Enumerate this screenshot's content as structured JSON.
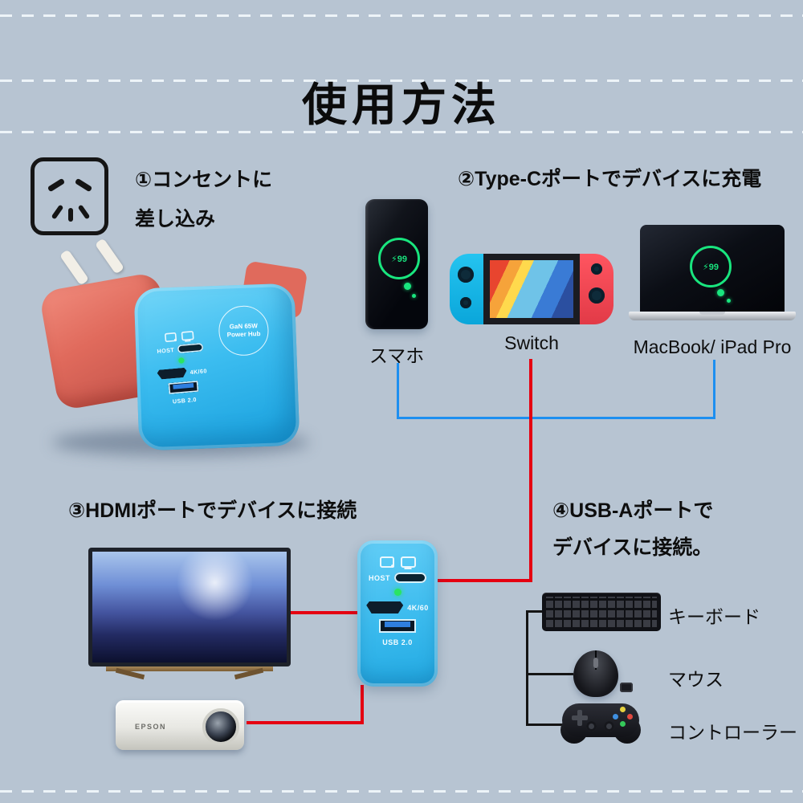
{
  "title": "使用方法",
  "steps": {
    "step1": {
      "line1": "①コンセントに",
      "line2": "差し込み"
    },
    "step2": {
      "heading": "②Type-Cポートでデバイスに充電",
      "phone_label": "スマホ",
      "switch_label": "Switch",
      "macbook_label": "MacBook/ iPad Pro"
    },
    "step3": {
      "heading": "③HDMIポートでデバイスに接続",
      "projector_brand": "EPSON"
    },
    "step4": {
      "heading_line1": "④USB-Aポートで",
      "heading_line2": "デバイスに接続。",
      "keyboard_label": "キーボード",
      "mouse_label": "マウス",
      "controller_label": "コントローラー"
    }
  },
  "charger": {
    "logo": "GaN 65W Power Hub",
    "host_label": "HOST",
    "hdmi_label": "4K/60",
    "usb_label": "USB 2.0"
  },
  "battery_badge": "⚡99",
  "colors": {
    "background": "#b7c4d2",
    "blue_cable": "#1d8ff0",
    "red_cable": "#e50011",
    "black_cable": "#141414",
    "charger_blue": "#3cbdf0",
    "charger_coral": "#e06a5c",
    "battery_green": "#19e57e"
  }
}
